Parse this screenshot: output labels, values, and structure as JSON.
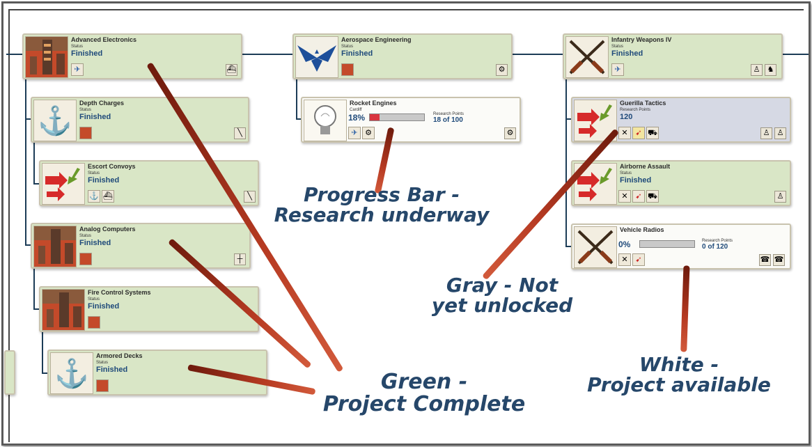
{
  "captions": {
    "progress": "Progress Bar - Research underway",
    "progress_line1": "Progress Bar -",
    "progress_line2": "Research underway",
    "gray_line1": "Gray - Not",
    "gray_line2": "yet unlocked",
    "white_line1": "White -",
    "white_line2": "Project available",
    "green_line1": "Green -",
    "green_line2": "Project Complete"
  },
  "colors": {
    "complete": "#d9e6c6",
    "locked": "#d6d9e4",
    "available": "#fbfbf8",
    "connector": "#1c3c57",
    "arrow": "#b63a22",
    "caption": "#26476a",
    "progress_fill": "#d9343f"
  },
  "projects": {
    "advanced_electronics": {
      "title": "Advanced Electronics",
      "status_label": "Status",
      "status": "Finished",
      "icon": "factory-icon"
    },
    "depth_charges": {
      "title": "Depth Charges",
      "status_label": "Status",
      "status": "Finished",
      "icon": "anchor-icon"
    },
    "escort_convoys": {
      "title": "Escort Convoys",
      "status_label": "Status",
      "status": "Finished",
      "icon": "convoy-arrows-icon"
    },
    "analog_computers": {
      "title": "Analog Computers",
      "status_label": "Status",
      "status": "Finished",
      "icon": "factory-icon"
    },
    "fire_control_systems": {
      "title": "Fire Control Systems",
      "status_label": "Status",
      "status": "Finished",
      "icon": "factory-icon"
    },
    "armored_decks": {
      "title": "Armored Decks",
      "status_label": "Status",
      "status": "Finished",
      "icon": "anchor-icon"
    },
    "aerospace_engineering": {
      "title": "Aerospace Engineering",
      "status_label": "Status",
      "status": "Finished",
      "icon": "air-force-wings-icon"
    },
    "rocket_engines": {
      "title": "Rocket Engines",
      "status_label": "Cardiff",
      "percent": "18%",
      "progress": 0.18,
      "rp_label": "Research Points",
      "rp_value": "18 of 100",
      "icon": "lightbulb-icon"
    },
    "infantry_weapons_iv": {
      "title": "Infantry Weapons IV",
      "status_label": "Status",
      "status": "Finished",
      "icon": "crossed-rifles-icon"
    },
    "guerilla_tactics": {
      "title": "Guerilla Tactics",
      "status_label": "Research Points",
      "status": "120",
      "icon": "tactics-arrows-icon"
    },
    "airborne_assault": {
      "title": "Airborne Assault",
      "status_label": "Status",
      "status": "Finished",
      "icon": "tactics-arrows-icon"
    },
    "vehicle_radios": {
      "title": "Vehicle Radios",
      "percent": "0%",
      "progress": 0,
      "rp_label": "Research Points",
      "rp_value": "0 of 120",
      "icon": "crossed-rifles-icon"
    }
  }
}
